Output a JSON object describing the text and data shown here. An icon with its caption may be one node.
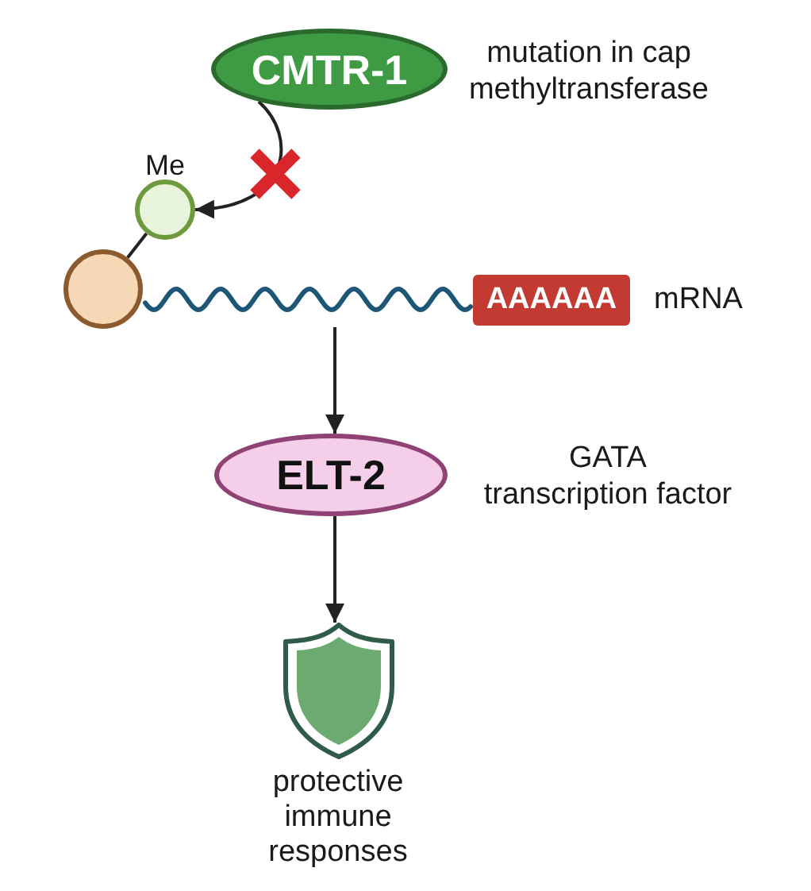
{
  "diagram": {
    "nodes": [
      {
        "text": [
          "CMTR-1"
        ],
        "beside": [
          "mutation in cap methyltransferase"
        ]
      },
      {
        "text": [
          "Me"
        ]
      },
      {
        "text": [],
        "shape": "circle"
      },
      {
        "text": [
          "AAAAAA"
        ],
        "beside": [
          "mRNA"
        ]
      },
      {
        "text": [
          "ELT-2"
        ],
        "beside": [
          "GATA transcription factor"
        ]
      },
      {
        "text": [
          "protective immune responses"
        ]
      }
    ],
    "edges": [
      {
        "from": 0,
        "to": 1,
        "arrow": "to"
      },
      {
        "from": 1,
        "to": 2,
        "arrow": "none"
      },
      {
        "from": 3,
        "to": 4,
        "arrow": "to"
      },
      {
        "from": 4,
        "to": 5,
        "arrow": "to"
      }
    ]
  }
}
